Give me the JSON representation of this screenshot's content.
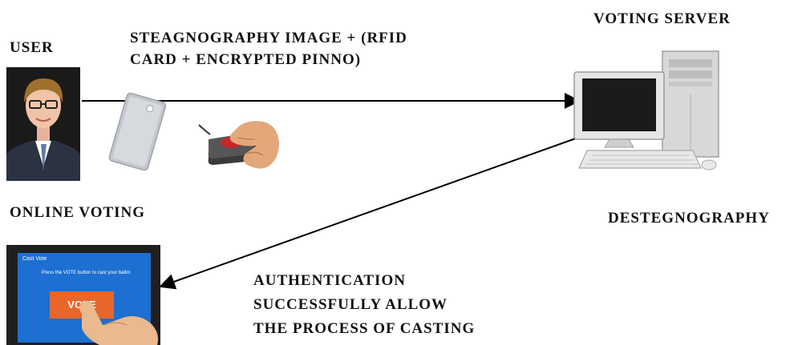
{
  "labels": {
    "user": "USER",
    "voting_server": "VOTING SERVER",
    "steg_line1": "STEAGNOGRAPHY IMAGE + (RFID",
    "steg_line2": "CARD + ENCRYPTED PINNO)",
    "online_voting": "ONLINE VOTING",
    "destego": "DESTEGNOGRAPHY",
    "auth_line1": "AUTHENTICATION",
    "auth_line2": "SUCCESSFULLY ALLOW",
    "auth_line3": "THE PROCESS OF CASTING"
  },
  "screen": {
    "vote_button": "VOTE",
    "header_text": "Cast Vote",
    "prompt_text": "Press the VOTE button to cast your ballot"
  },
  "colors": {
    "arrow": "#000000",
    "screen_blue": "#1d6fd1",
    "vote_orange": "#e8662a"
  }
}
